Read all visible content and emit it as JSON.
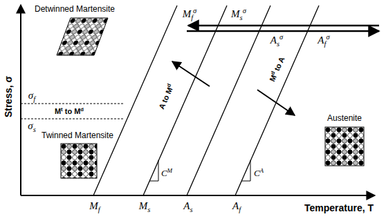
{
  "diagram": {
    "labels": [
      "Stress, σ",
      "Detwinned Martensite",
      "Mfσ",
      "Msσ",
      "Asσ",
      "Afσ",
      "σf",
      "Mt to Md",
      "σs",
      "A to Md",
      "Md to A",
      "Twinned Martensite",
      "Austenite",
      "CM",
      "CA",
      "Mf",
      "Ms",
      "As",
      "Af",
      "Temperature, T"
    ]
  }
}
